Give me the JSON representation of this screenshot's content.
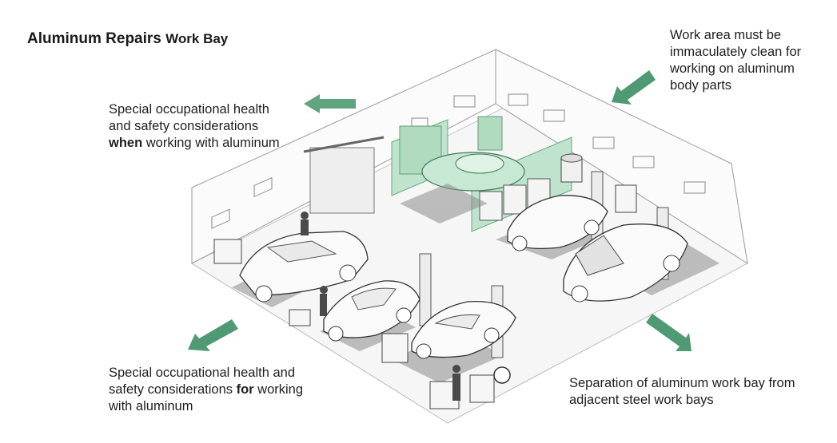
{
  "title": {
    "main": "Aluminum Repairs",
    "sub": "Work Bay"
  },
  "callouts": {
    "clean": {
      "lines": [
        "Work area must be",
        "immaculately clean for",
        "working on aluminum",
        "body parts"
      ]
    },
    "health_when": {
      "l1": "Special occupational health",
      "l2": "and safety considerations",
      "l3_bold": "when",
      "l3_rest": " working with aluminum"
    },
    "health_for": {
      "l1": "Special occupational health and",
      "l2_pre": "safety considerations ",
      "l2_bold": "for",
      "l2_post": " working",
      "l3": "with aluminum"
    },
    "separation": {
      "l1": "Separation of aluminum work bay from",
      "l2": "adjacent steel work bays"
    }
  },
  "colors": {
    "accent_green": "#4f9a72",
    "partition_green": "#bfe3cc",
    "line": "#3a3a3a"
  }
}
